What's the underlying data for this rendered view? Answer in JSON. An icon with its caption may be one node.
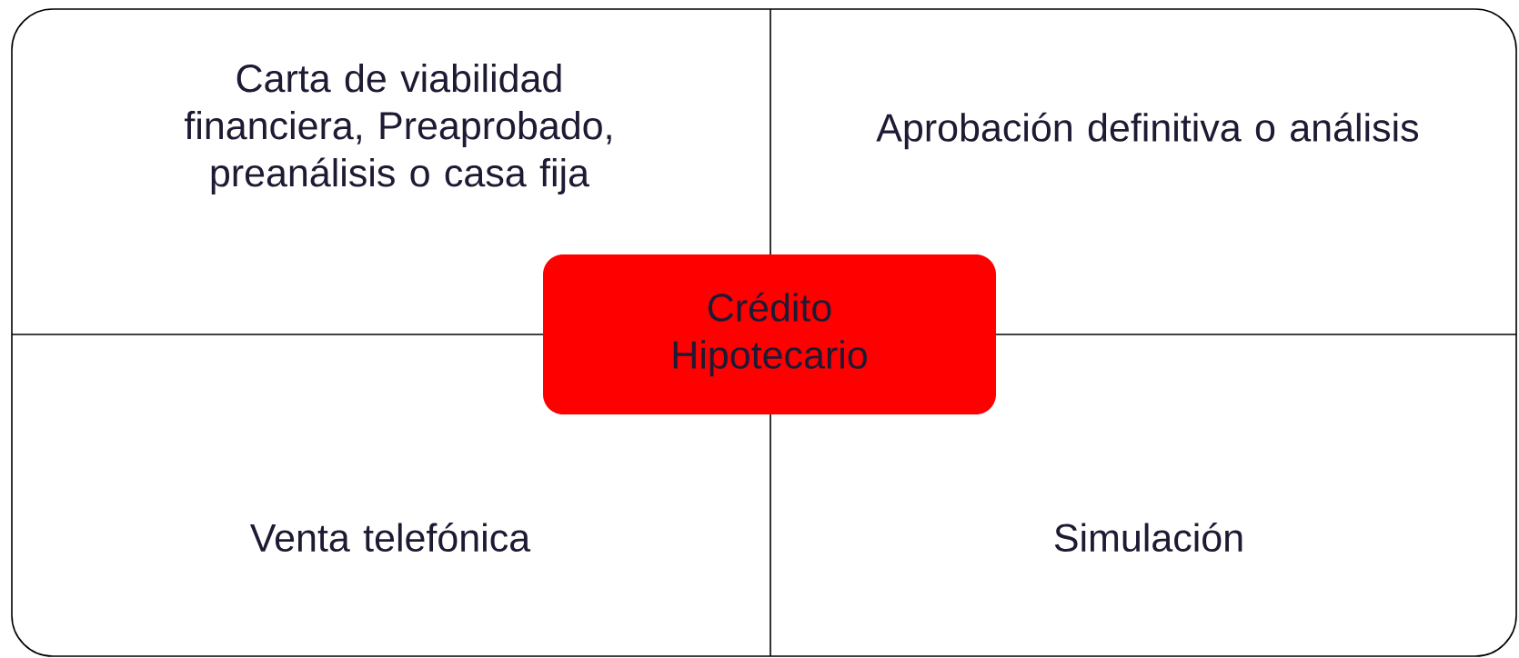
{
  "diagram": {
    "nodes": [
      {
        "text": [
          "Carta de viabilidad financiera, Preaprobado, preanálisis o casa fija"
        ]
      },
      {
        "text": [
          "Aprobación definitiva o análisis"
        ]
      },
      {
        "text": [
          "Crédito Hipotecario"
        ]
      },
      {
        "text": [
          "Venta telefónica"
        ]
      },
      {
        "text": [
          "Simulación"
        ]
      }
    ]
  }
}
